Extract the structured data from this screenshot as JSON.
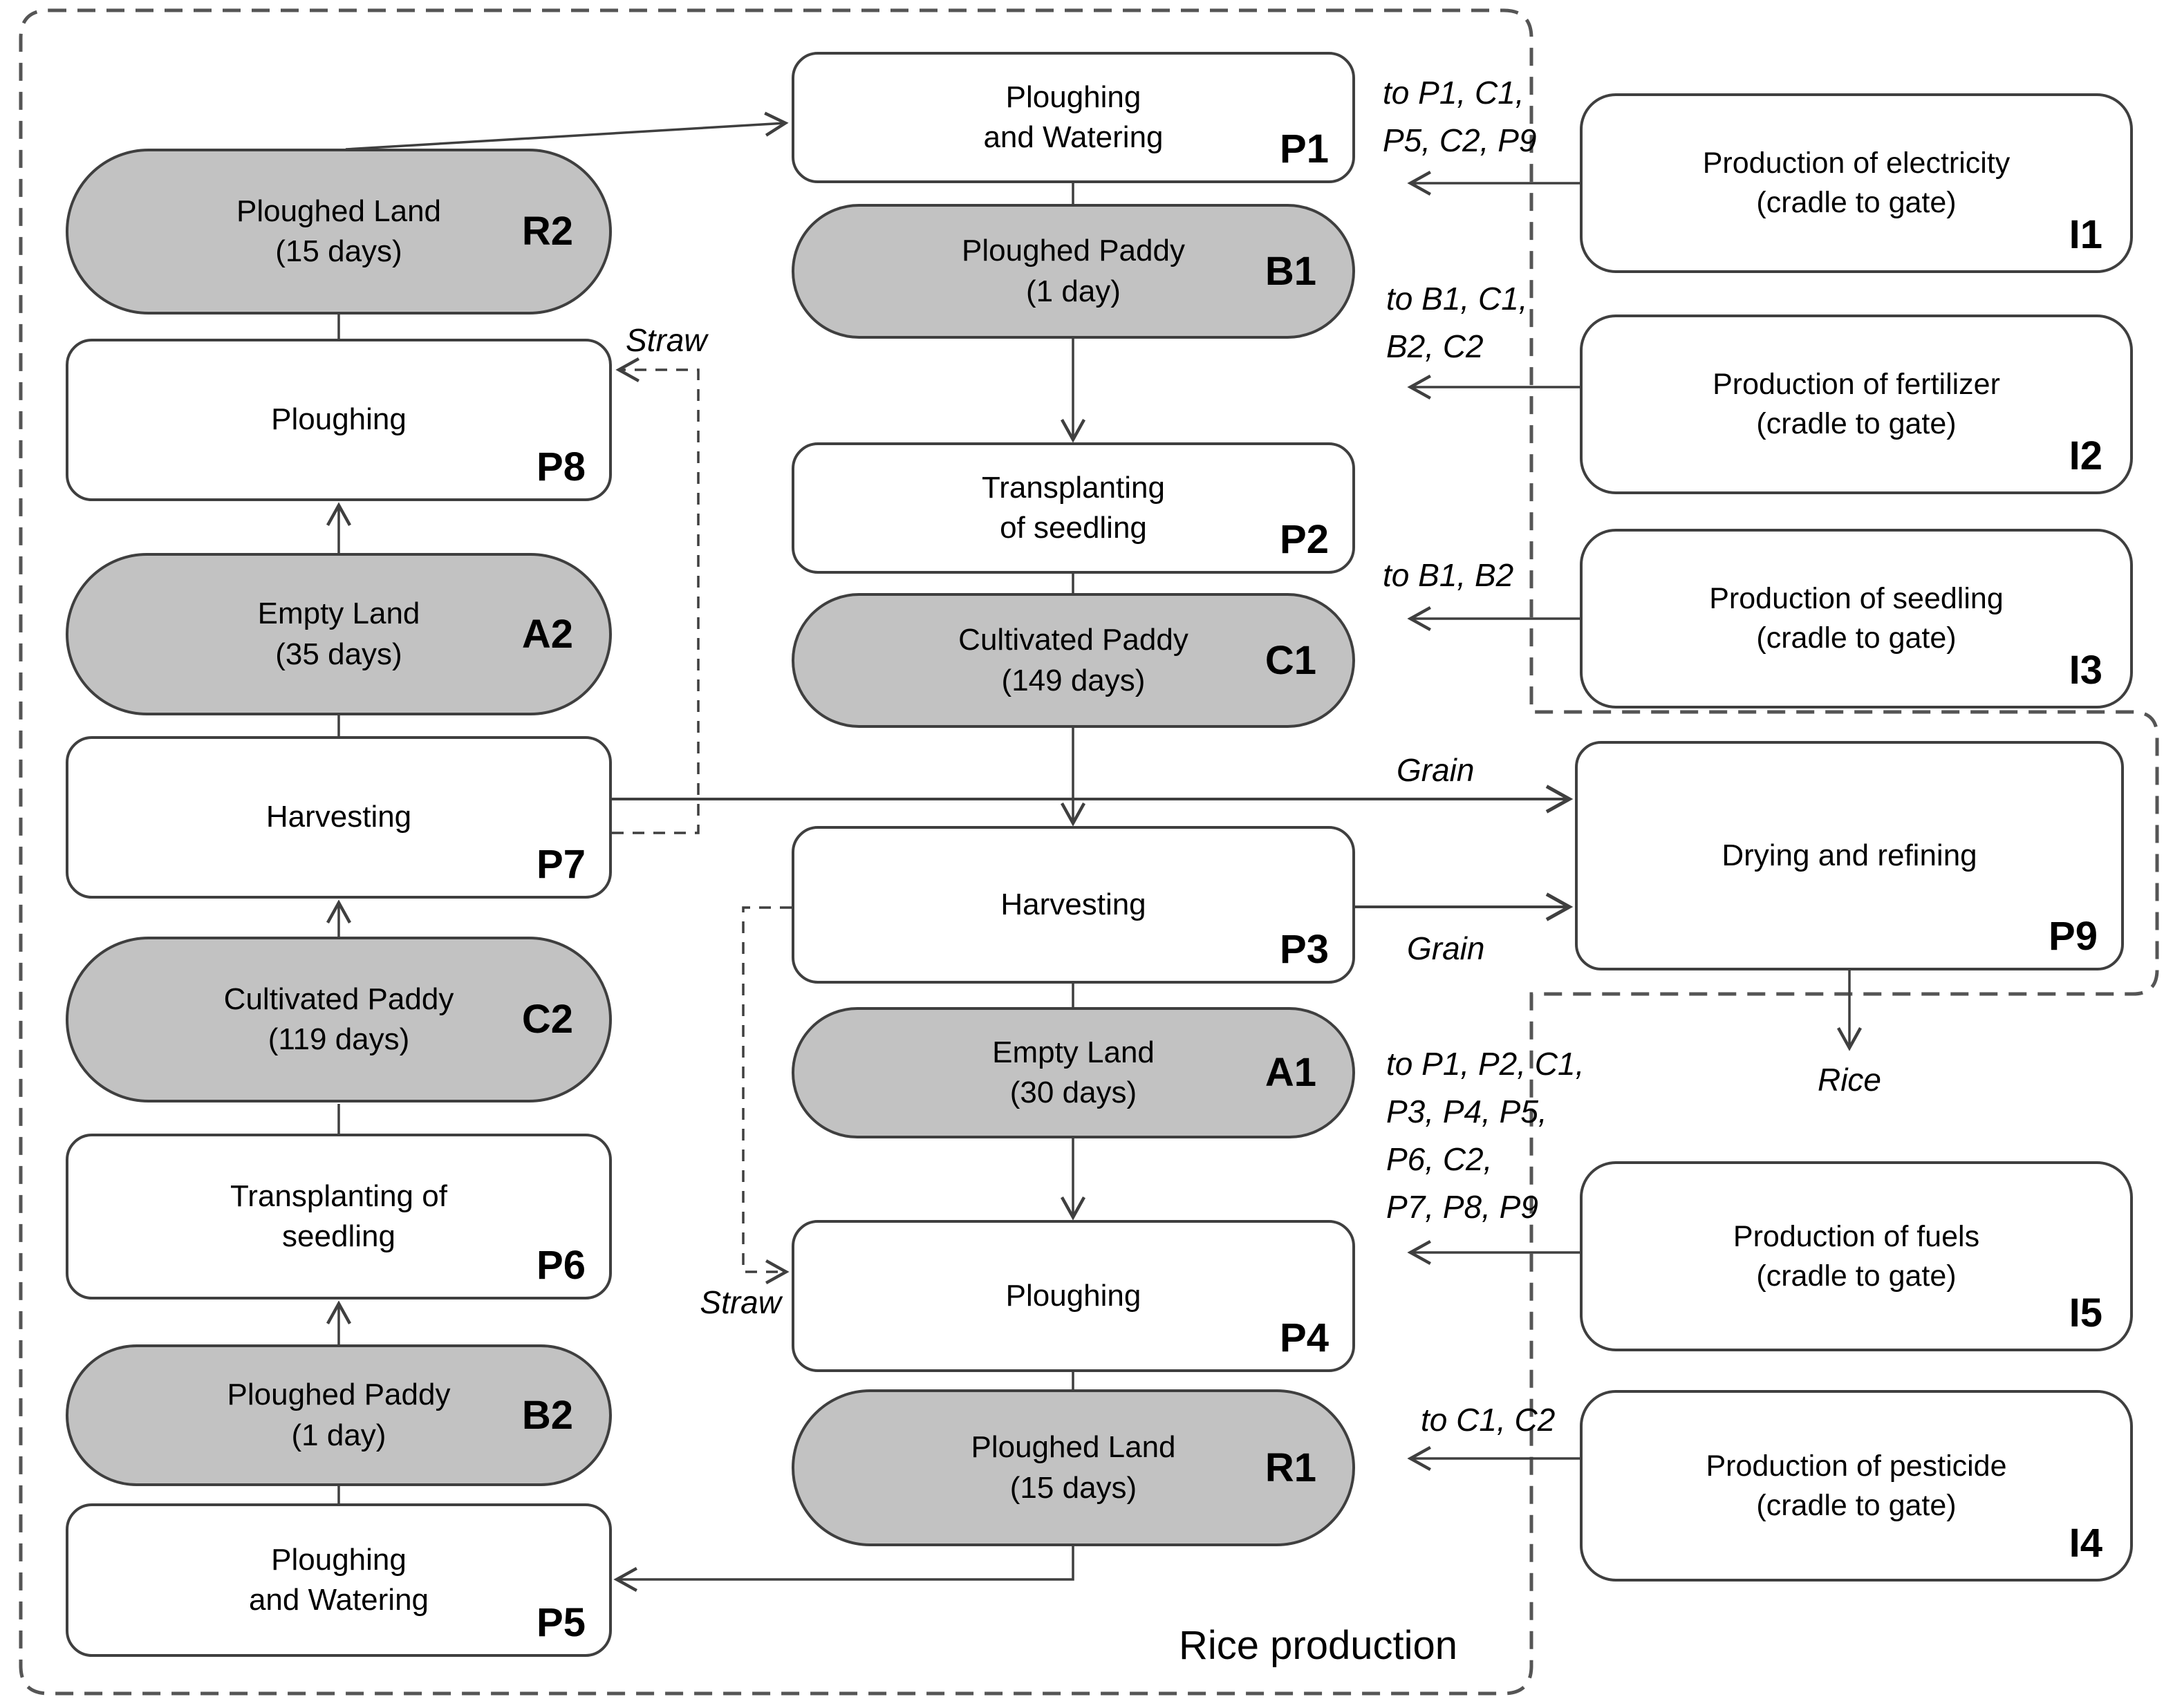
{
  "colors": {
    "state_fill": "#c2c2c2",
    "process_fill": "#ffffff",
    "input_fill": "#ffffff",
    "border": "#3f3f3f",
    "line": "#3f3f3f",
    "boundary": "#555555",
    "text": "#000000"
  },
  "boundary": {
    "label": "Rice production"
  },
  "nodes": {
    "R2": {
      "code": "R2",
      "line1": "Ploughed Land",
      "line2": "(15 days)"
    },
    "P8": {
      "code": "P8",
      "line1": "Ploughing",
      "line2": ""
    },
    "A2": {
      "code": "A2",
      "line1": "Empty Land",
      "line2": "(35 days)"
    },
    "P7": {
      "code": "P7",
      "line1": "Harvesting",
      "line2": ""
    },
    "C2": {
      "code": "C2",
      "line1": "Cultivated Paddy",
      "line2": "(119 days)"
    },
    "P6": {
      "code": "P6",
      "line1": "Transplanting of",
      "line2": "seedling"
    },
    "B2": {
      "code": "B2",
      "line1": "Ploughed Paddy",
      "line2": "(1 day)"
    },
    "P5": {
      "code": "P5",
      "line1": "Ploughing",
      "line2": "and Watering"
    },
    "P1": {
      "code": "P1",
      "line1": "Ploughing",
      "line2": "and Watering"
    },
    "B1": {
      "code": "B1",
      "line1": "Ploughed Paddy",
      "line2": "(1 day)"
    },
    "P2": {
      "code": "P2",
      "line1": "Transplanting",
      "line2": "of seedling"
    },
    "C1": {
      "code": "C1",
      "line1": "Cultivated Paddy",
      "line2": "(149 days)"
    },
    "P3": {
      "code": "P3",
      "line1": "Harvesting",
      "line2": ""
    },
    "A1": {
      "code": "A1",
      "line1": "Empty Land",
      "line2": "(30 days)"
    },
    "P4": {
      "code": "P4",
      "line1": "Ploughing",
      "line2": ""
    },
    "R1": {
      "code": "R1",
      "line1": "Ploughed Land",
      "line2": "(15 days)"
    },
    "P9": {
      "code": "P9",
      "line1": "Drying and refining",
      "line2": ""
    },
    "I1": {
      "code": "I1",
      "line1": "Production of electricity",
      "line2": "(cradle to gate)"
    },
    "I2": {
      "code": "I2",
      "line1": "Production of fertilizer",
      "line2": "(cradle to gate)"
    },
    "I3": {
      "code": "I3",
      "line1": "Production of seedling",
      "line2": "(cradle to gate)"
    },
    "I5": {
      "code": "I5",
      "line1": "Production of fuels",
      "line2": "(cradle to gate)"
    },
    "I4": {
      "code": "I4",
      "line1": "Production of pesticide",
      "line2": "(cradle to gate)"
    }
  },
  "flow_labels": {
    "straw_to_p8": "Straw",
    "straw_to_p4": "Straw",
    "grain_from_p7": "Grain",
    "grain_from_p3": "Grain",
    "rice": "Rice",
    "inputs_i1": "to P1, C1,\nP5, C2, P9",
    "inputs_i2": "to B1, C1,\nB2, C2",
    "inputs_i3": "to B1, B2",
    "inputs_i5": "to P1, P2, C1,\nP3, P4, P5,\nP6, C2,\nP7, P8, P9",
    "inputs_i4": "to C1, C2"
  }
}
